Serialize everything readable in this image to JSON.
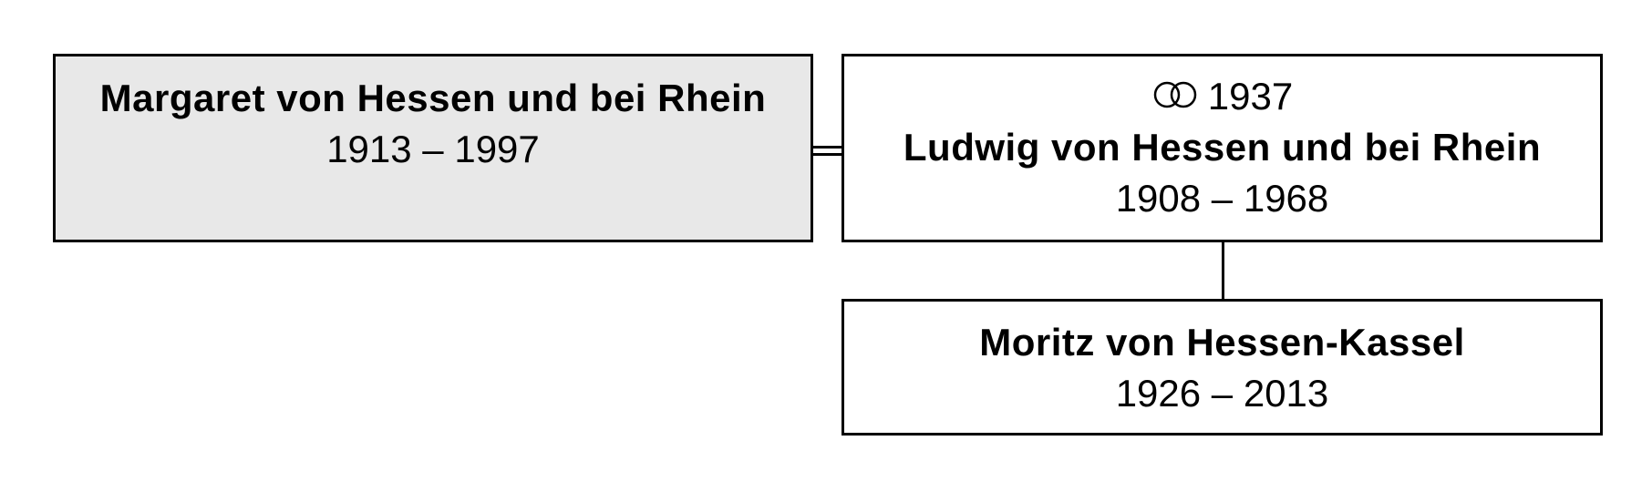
{
  "people": {
    "margaret": {
      "name": "Margaret von Hessen und bei Rhein",
      "dates": "1913 – 1997"
    },
    "ludwig": {
      "marriage_year": "1937",
      "name": "Ludwig von Hessen und bei Rhein",
      "dates": "1908 – 1968"
    },
    "moritz": {
      "name": "Moritz von Hessen-Kassel",
      "dates": "1926 – 2013"
    }
  },
  "icons": {
    "marriage": "wedding-rings-icon"
  },
  "colors": {
    "highlight_box_fill": "#e8e8e8",
    "box_fill": "#ffffff",
    "border": "#000000"
  }
}
